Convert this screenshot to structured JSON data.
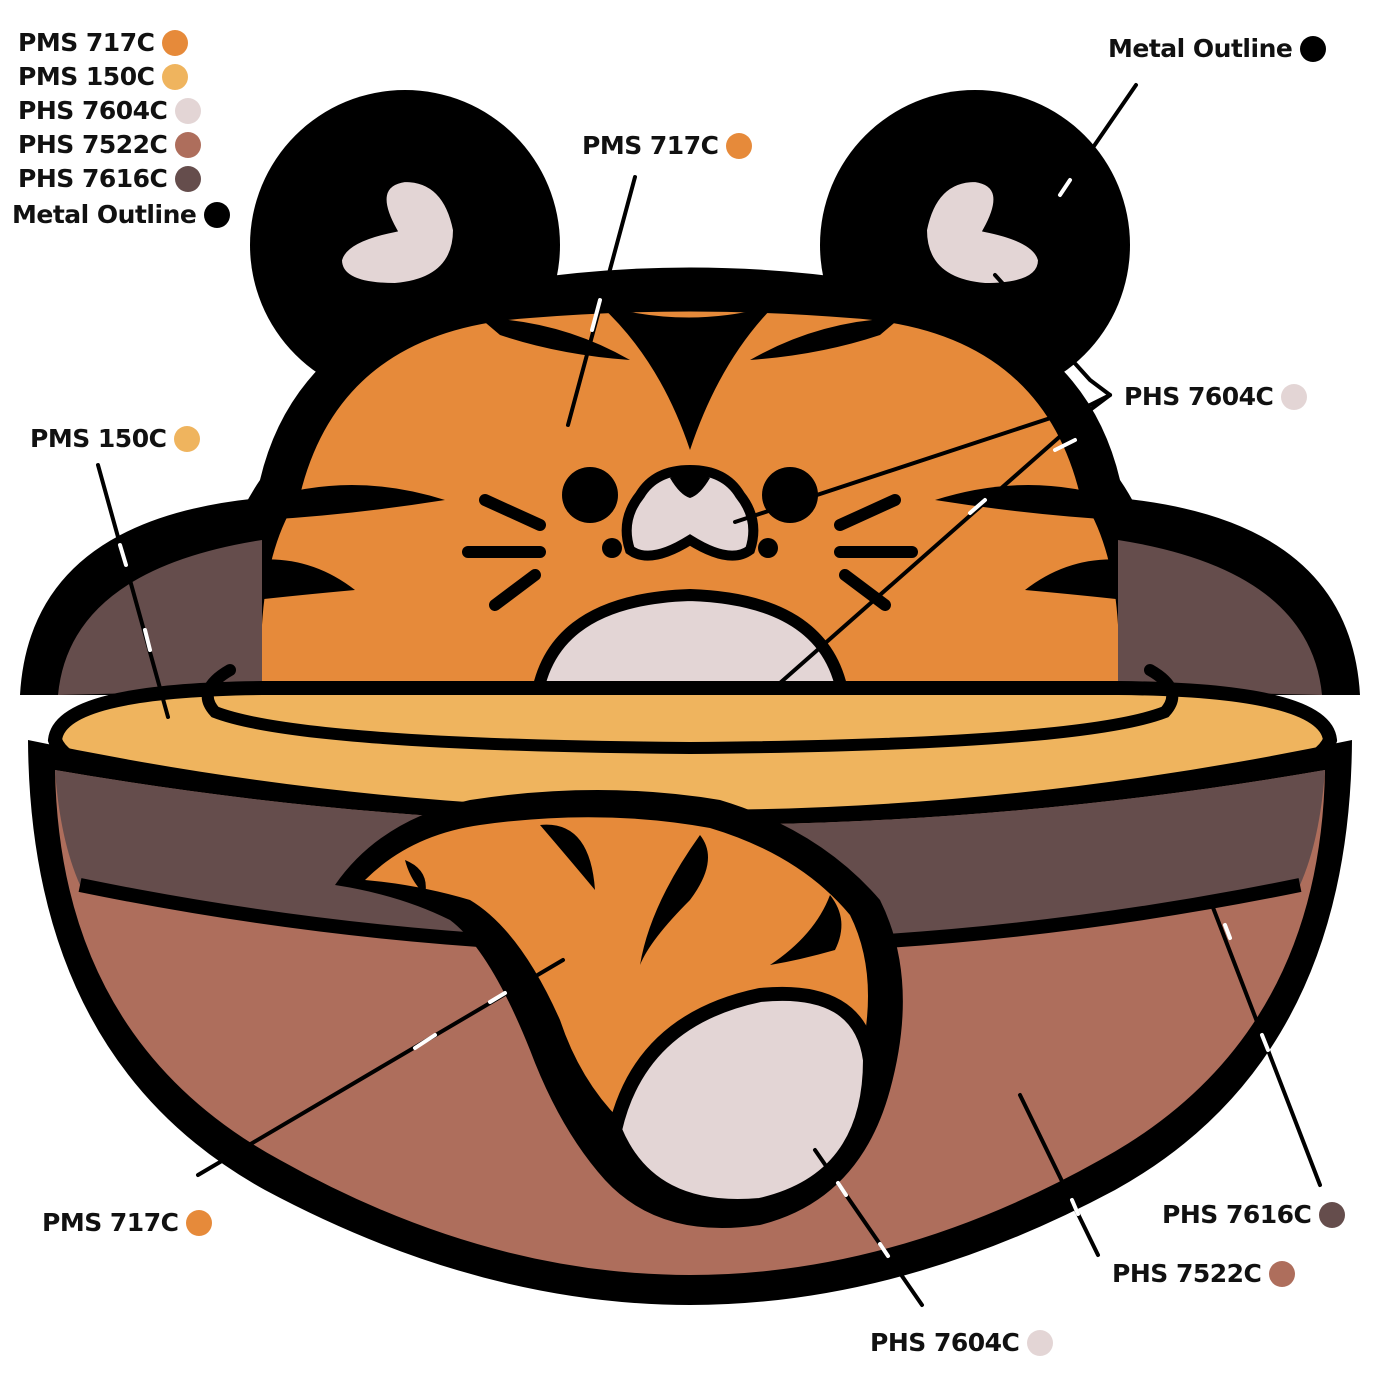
{
  "colors": {
    "pms717c": "#E68A3A",
    "pms150c": "#EFB45E",
    "phs7604c": "#E3D5D5",
    "phs7522c": "#AE6E5C",
    "phs7616c": "#654D4C",
    "metal": "#000000",
    "background": "#FFFFFF"
  },
  "legend": [
    {
      "text": "PMS 717C",
      "color": "#E68A3A"
    },
    {
      "text": "PMS 150C",
      "color": "#EFB45E"
    },
    {
      "text": "PHS 7604C",
      "color": "#E3D5D5"
    },
    {
      "text": "PHS 7522C",
      "color": "#AE6E5C"
    },
    {
      "text": "PHS 7616C",
      "color": "#654D4C"
    },
    {
      "text": "Metal Outline",
      "color": "#000000"
    }
  ],
  "callouts": {
    "metal_top_right": {
      "text": "Metal Outline",
      "color": "#000000"
    },
    "pms717_top": {
      "text": "PMS 717C",
      "color": "#E68A3A"
    },
    "phs7604_right": {
      "text": "PHS 7604C",
      "color": "#E3D5D5"
    },
    "pms150_left": {
      "text": "PMS 150C",
      "color": "#EFB45E"
    },
    "pms717_bottom": {
      "text": "PMS 717C",
      "color": "#E68A3A"
    },
    "phs7616_right": {
      "text": "PHS 7616C",
      "color": "#654D4C"
    },
    "phs7522_right": {
      "text": "PHS 7522C",
      "color": "#AE6E5C"
    },
    "phs7604_bottom": {
      "text": "PHS 7604C",
      "color": "#E3D5D5"
    }
  }
}
